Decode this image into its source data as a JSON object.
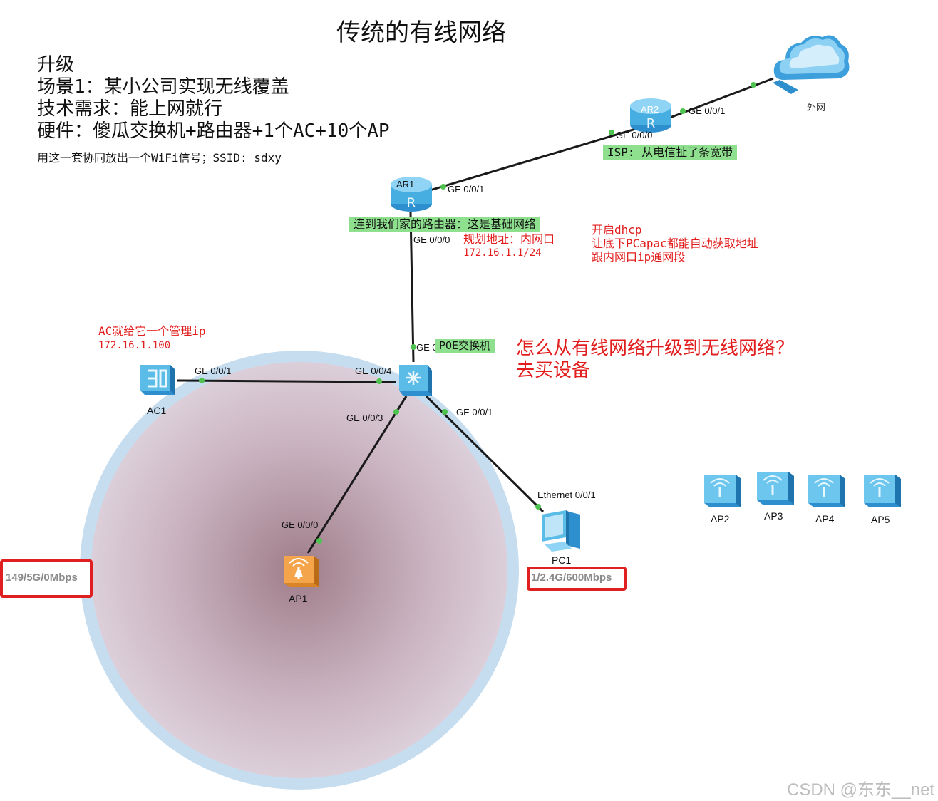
{
  "title": "传统的有线网络",
  "intro": {
    "lines": [
      "升级",
      "场景1：某小公司实现无线覆盖",
      "技术需求：能上网就行",
      "硬件：傻瓜交换机+路由器+1个AC+10个AP"
    ],
    "note": "用这一套协同放出一个WiFi信号；SSID: sdxy"
  },
  "devices": {
    "ar1": "AR1",
    "ar2": "AR2",
    "cloud": "外网",
    "ac1": "AC1",
    "ap1": "AP1",
    "pc1": "PC1",
    "ap2": "AP2",
    "ap3": "AP3",
    "ap4": "AP4",
    "ap5": "AP5"
  },
  "ports": {
    "ar2_ge001": "GE 0/0/1",
    "ar2_ge000": "GE 0/0/0",
    "ar1_ge001": "GE 0/0/1",
    "ar1_ge000": "GE 0/0/0",
    "sw_ge0": "GE 0/0/2",
    "sw_ge004": "GE 0/0/4",
    "ac1_ge001": "GE 0/0/1",
    "sw_ge003": "GE 0/0/3",
    "sw_ge001": "GE 0/0/1",
    "ap1_ge000": "GE 0/0/0",
    "pc1_eth": "Ethernet 0/0/1"
  },
  "notes": {
    "isp": "ISP: 从电信扯了条宽带",
    "router_home": "连到我们家的路由器：这是基础网络",
    "plan_title": "规划地址：内网口",
    "plan_ip": "172.16.1.1/24",
    "dhcp": [
      "开启dhcp",
      "让底下PCapac都能自动获取地址",
      "跟内网口ip通网段"
    ],
    "ac_mgmt": "AC就给它一个管理ip",
    "ac_ip": "172.16.1.100",
    "poe_switch": "POE交换机",
    "question": [
      "怎么从有线网络升级到无线网络？",
      "去买设备"
    ]
  },
  "rates": {
    "left": "149/5G/0Mbps",
    "right": "1/2.4G/600Mbps"
  },
  "watermark": "CSDN @东东__net",
  "colors": {
    "link": "#1a1a1a",
    "port_dot": "#4fc34f",
    "coverage_outer": "#c6ddef",
    "coverage_inner_center": "#9f7d89",
    "coverage_inner_edge": "#d8ccd6",
    "device_blue": "#46aee0",
    "ap1_orange": "#f4a44a",
    "note_green": "#8ee08e",
    "note_red": "#e21d1d",
    "rate_border": "#e02020"
  },
  "icons": {
    "router": "router-icon",
    "cloud": "cloud-icon",
    "switch": "switch-icon",
    "ac": "access-controller-icon",
    "ap": "access-point-icon",
    "pc": "pc-icon"
  }
}
